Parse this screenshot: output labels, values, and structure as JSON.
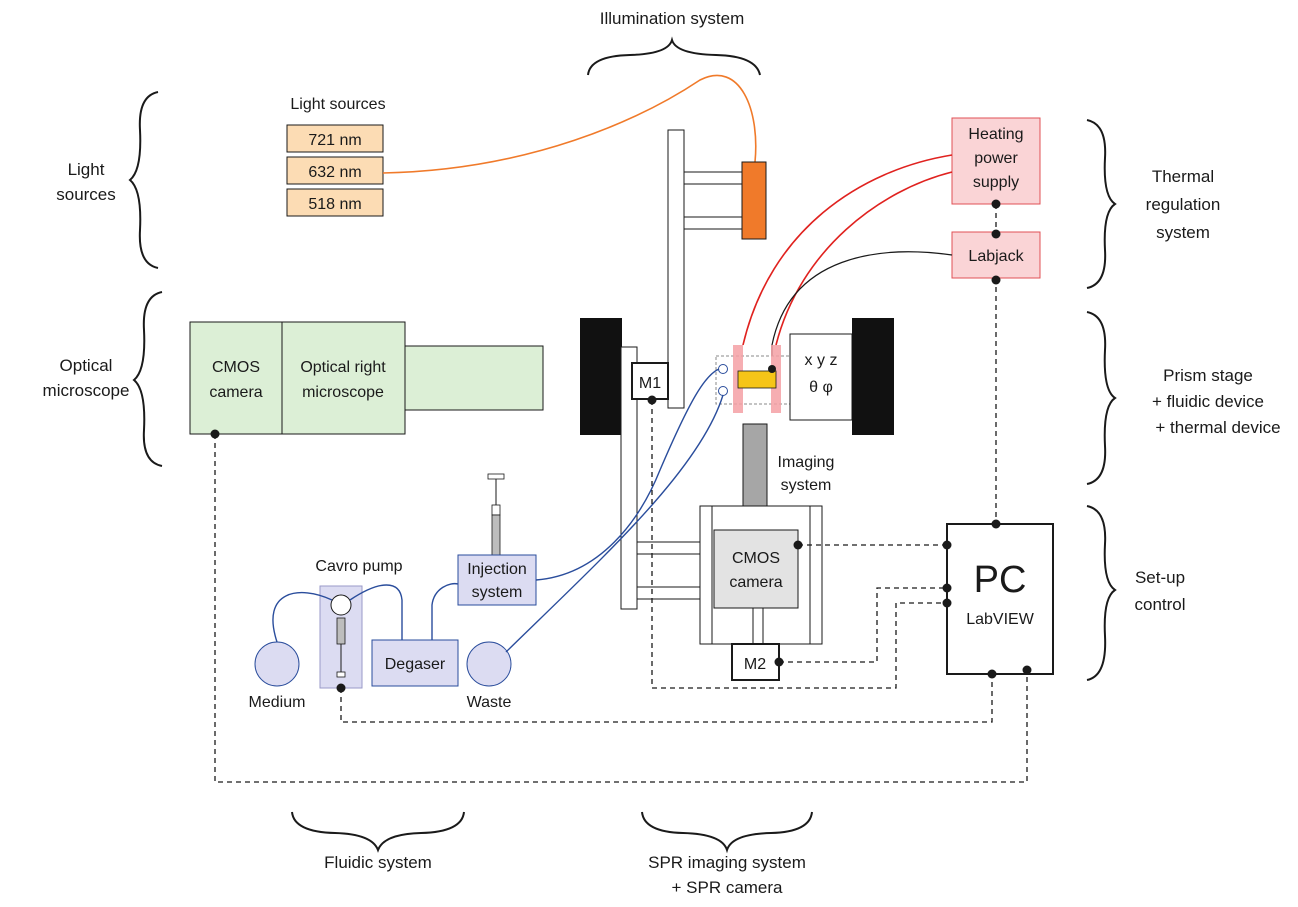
{
  "groups": {
    "illumination": "Illumination system",
    "light_sources_1": "Light",
    "light_sources_2": "sources",
    "optical_microscope_1": "Optical",
    "optical_microscope_2": "microscope",
    "thermal_1": "Thermal",
    "thermal_2": "regulation",
    "thermal_3": "system",
    "prism_1": "Prism stage",
    "prism_2": "+ fluidic device",
    "prism_3": "+ thermal device",
    "setup_1": "Set-up",
    "setup_2": "control",
    "fluidic": "Fluidic system",
    "spr_1": "SPR imaging system",
    "spr_2": "+ SPR camera"
  },
  "light_sources": {
    "title": "Light sources",
    "items": [
      "721 nm",
      "632 nm",
      "518 nm"
    ]
  },
  "thermal": {
    "heating_1": "Heating",
    "heating_2": "power",
    "heating_3": "supply",
    "labjack": "Labjack"
  },
  "microscope": {
    "cmos_1": "CMOS",
    "cmos_2": "camera",
    "optical_1": "Optical right",
    "optical_2": "microscope"
  },
  "motors": {
    "m1": "M1",
    "m2": "M2"
  },
  "stage": {
    "xyz": "x y z",
    "angles": "θ   φ"
  },
  "imaging": {
    "label_1": "Imaging",
    "label_2": "system",
    "camera_1": "CMOS",
    "camera_2": "camera"
  },
  "control": {
    "pc": "PC",
    "software": "LabVIEW"
  },
  "fluidic": {
    "pump": "Cavro pump",
    "medium": "Medium",
    "degaser": "Degaser",
    "waste": "Waste",
    "injection_1": "Injection",
    "injection_2": "system"
  }
}
